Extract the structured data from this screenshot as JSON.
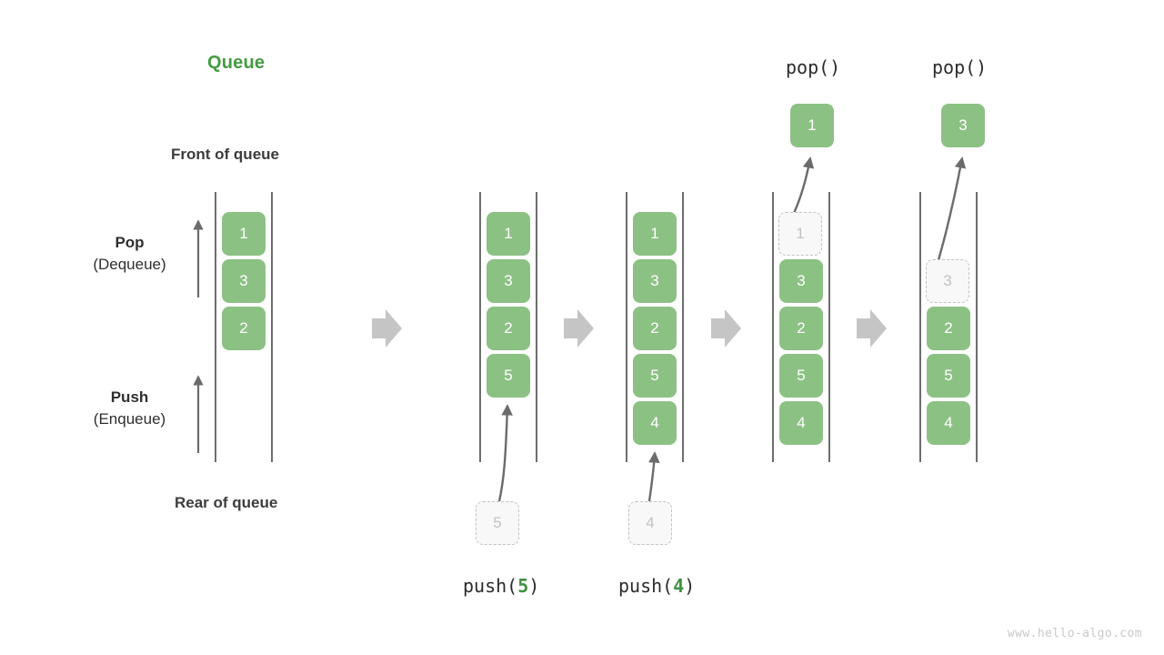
{
  "diagram": {
    "title": "Queue",
    "title_color": "#459b42",
    "accent_color": "#8cc184",
    "ghost_color": "#c2c2c2",
    "arrow_color": "#c5c5c5",
    "watermark": "www.hello-algo.com",
    "labels": {
      "front_of_queue": "Front of queue",
      "rear_of_queue": "Rear of queue",
      "pop_main": "Pop",
      "pop_sub": "(Dequeue)",
      "push_main": "Push",
      "push_sub": "(Enqueue)"
    },
    "stages": [
      {
        "id": "initial",
        "caption": null,
        "caption_prefix": null,
        "caption_value": null,
        "caption_suffix": null,
        "cells": [
          {
            "value": "1",
            "ghost": false
          },
          {
            "value": "3",
            "ghost": false
          },
          {
            "value": "2",
            "ghost": false
          }
        ],
        "floating": null
      },
      {
        "id": "push-5",
        "caption": "push(5)",
        "caption_prefix": "push(",
        "caption_value": "5",
        "caption_suffix": ")",
        "cells": [
          {
            "value": "1",
            "ghost": false
          },
          {
            "value": "3",
            "ghost": false
          },
          {
            "value": "2",
            "ghost": false
          },
          {
            "value": "5",
            "ghost": false
          }
        ],
        "floating": {
          "value": "5",
          "ghost": true,
          "position": "below"
        }
      },
      {
        "id": "push-4",
        "caption": "push(4)",
        "caption_prefix": "push(",
        "caption_value": "4",
        "caption_suffix": ")",
        "cells": [
          {
            "value": "1",
            "ghost": false
          },
          {
            "value": "3",
            "ghost": false
          },
          {
            "value": "2",
            "ghost": false
          },
          {
            "value": "5",
            "ghost": false
          },
          {
            "value": "4",
            "ghost": false
          }
        ],
        "floating": {
          "value": "4",
          "ghost": true,
          "position": "below"
        }
      },
      {
        "id": "pop-1",
        "caption": "pop()",
        "caption_prefix": "pop()",
        "caption_value": null,
        "caption_suffix": null,
        "cells": [
          {
            "value": "1",
            "ghost": true
          },
          {
            "value": "3",
            "ghost": false
          },
          {
            "value": "2",
            "ghost": false
          },
          {
            "value": "5",
            "ghost": false
          },
          {
            "value": "4",
            "ghost": false
          }
        ],
        "floating": {
          "value": "1",
          "ghost": false,
          "position": "above"
        }
      },
      {
        "id": "pop-3",
        "caption": "pop()",
        "caption_prefix": "pop()",
        "caption_value": null,
        "caption_suffix": null,
        "cells": [
          {
            "value": "3",
            "ghost": true
          },
          {
            "value": "2",
            "ghost": false
          },
          {
            "value": "5",
            "ghost": false
          },
          {
            "value": "4",
            "ghost": false
          }
        ],
        "floating": {
          "value": "3",
          "ghost": false,
          "position": "above"
        }
      }
    ]
  }
}
